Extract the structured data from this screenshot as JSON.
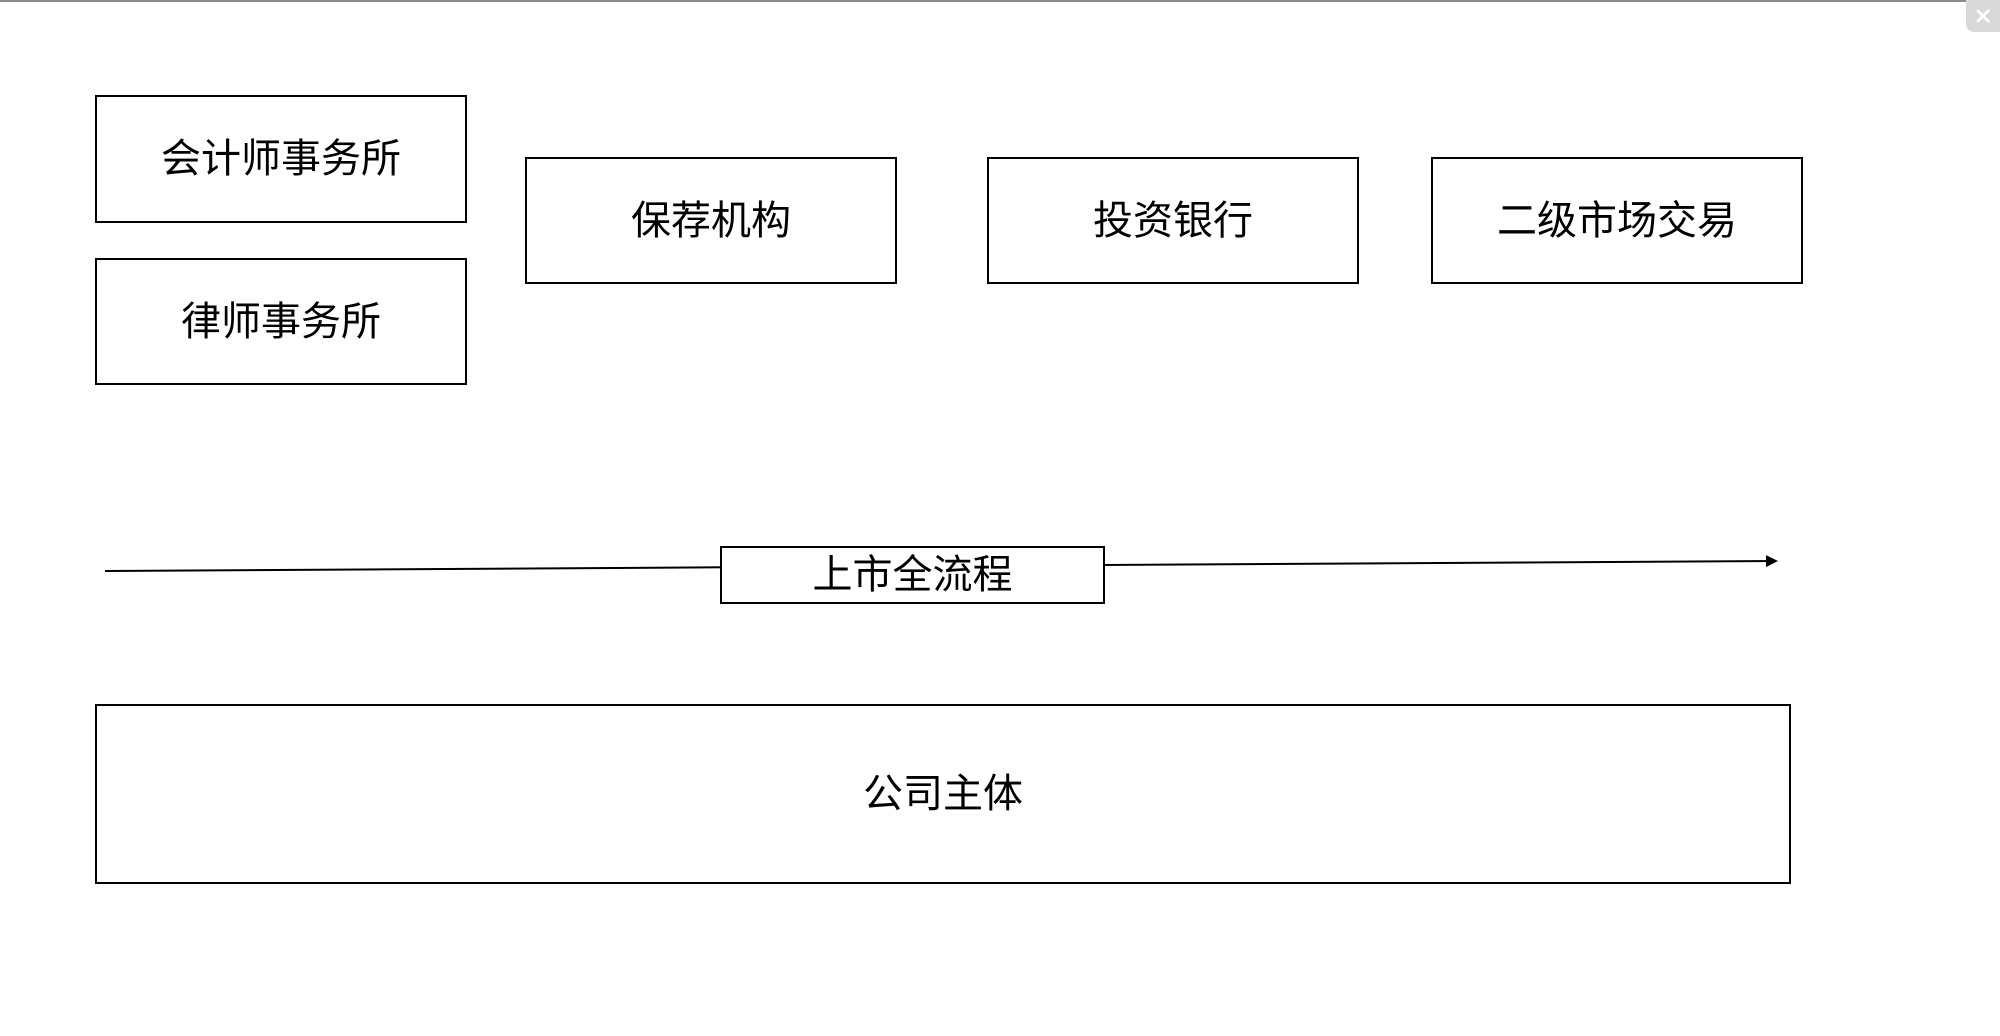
{
  "diagram": {
    "nodes": {
      "accounting_firm": "会计师事务所",
      "law_firm": "律师事务所",
      "sponsor": "保荐机构",
      "investment_bank": "投资银行",
      "secondary_market": "二级市场交易",
      "ipo_process": "上市全流程",
      "company": "公司主体"
    },
    "colors": {
      "stroke": "#000000",
      "background": "#ffffff",
      "close_tab": "#d9d9d9"
    },
    "icons": {
      "close": "close-icon"
    }
  }
}
